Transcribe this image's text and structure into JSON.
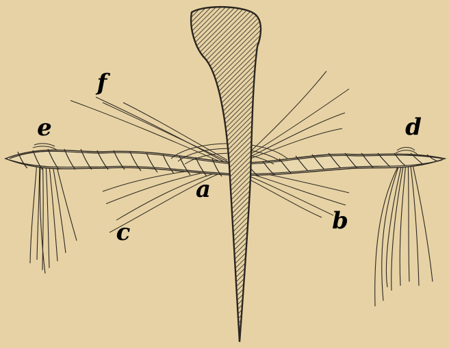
{
  "figure": {
    "colors": {
      "paper": "#e6d2a4",
      "ink": "#2a2520",
      "hatch": "#3a332b"
    },
    "labels": {
      "a": "a",
      "b": "b",
      "c": "c",
      "d": "d",
      "e": "e",
      "f": "f"
    }
  }
}
